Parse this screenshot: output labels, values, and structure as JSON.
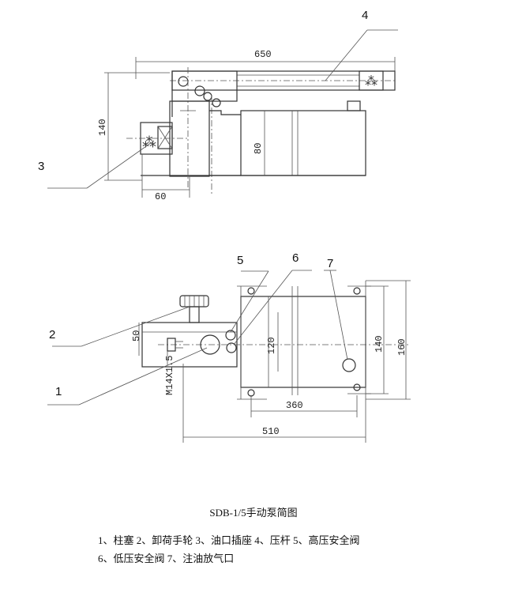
{
  "dimensions": {
    "d650": "650",
    "d140_top": "140",
    "d80": "80",
    "d60": "60",
    "d50": "50",
    "d120": "120",
    "d140_bottom": "140",
    "d160": "160",
    "d360": "360",
    "d510": "510",
    "thread": "M14X1.5"
  },
  "callouts": {
    "c1": "1",
    "c2": "2",
    "c3": "3",
    "c4": "4",
    "c5": "5",
    "c6": "6",
    "c7": "7"
  },
  "caption": {
    "title": "SDB-1/5手动泵简图",
    "legend_line1": "1、柱塞 2、卸荷手轮 3、油口插座 4、压杆 5、高压安全阀",
    "legend_line2": "6、低压安全阀 7、注油放气口"
  }
}
